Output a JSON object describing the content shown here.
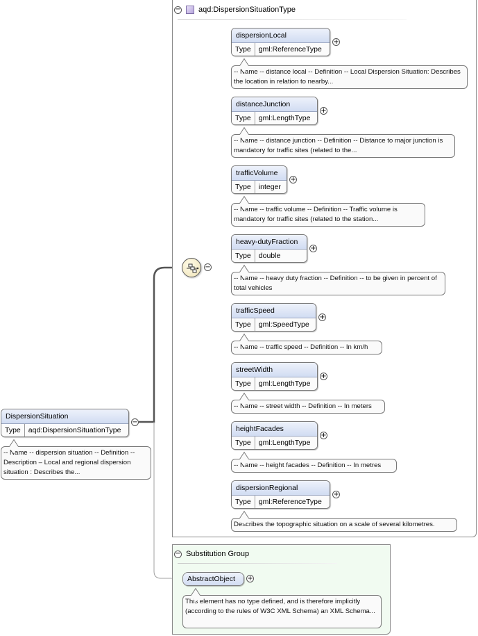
{
  "root_element": {
    "name": "DispersionSituation",
    "type_label": "Type",
    "type_value": "aqd:DispersionSituationType",
    "note": "-- Name -- dispersion situation -- Definition -- Description – Local and regional dispersion situation : Describes the..."
  },
  "type_frame": {
    "title": "aqd:DispersionSituationType"
  },
  "children": [
    {
      "name": "dispersionLocal",
      "type_label": "Type",
      "type_value": "gml:ReferenceType",
      "note": "-- Name -- distance local -- Definition -- Local Dispersion Situation: Describes the location in relation to nearby..."
    },
    {
      "name": "distanceJunction",
      "type_label": "Type",
      "type_value": "gml:LengthType",
      "note": "-- Name -- distance junction -- Definition -- Distance to major junction is mandatory for traffic sites (related to the..."
    },
    {
      "name": "trafficVolume",
      "type_label": "Type",
      "type_value": "integer",
      "note": "-- Name -- traffic volume -- Definition -- Traffic volume is mandatory for traffic sites (related to the station..."
    },
    {
      "name": "heavy-dutyFraction",
      "type_label": "Type",
      "type_value": "double",
      "note": "-- Name -- heavy duty fraction -- Definition -- to be given in percent of total vehicles"
    },
    {
      "name": "trafficSpeed",
      "type_label": "Type",
      "type_value": "gml:SpeedType",
      "note": "-- Name -- traffic speed -- Definition -- In km/h"
    },
    {
      "name": "streetWidth",
      "type_label": "Type",
      "type_value": "gml:LengthType",
      "note": "-- Name -- street width -- Definition -- In meters"
    },
    {
      "name": "heightFacades",
      "type_label": "Type",
      "type_value": "gml:LengthType",
      "note": "-- Name -- height facades -- Definition -- In metres"
    },
    {
      "name": "dispersionRegional",
      "type_label": "Type",
      "type_value": "gml:ReferenceType",
      "note": "Describes the topographic situation on a scale of several kilometres."
    }
  ],
  "substitution_group": {
    "title": "Substitution Group",
    "element_name": "AbstractObject",
    "note": "This element has no type defined, and is therefore implicitly (according to the rules of W3C XML Schema) an XML Schema..."
  },
  "icons": {
    "expand": "+",
    "collapse": "−"
  }
}
